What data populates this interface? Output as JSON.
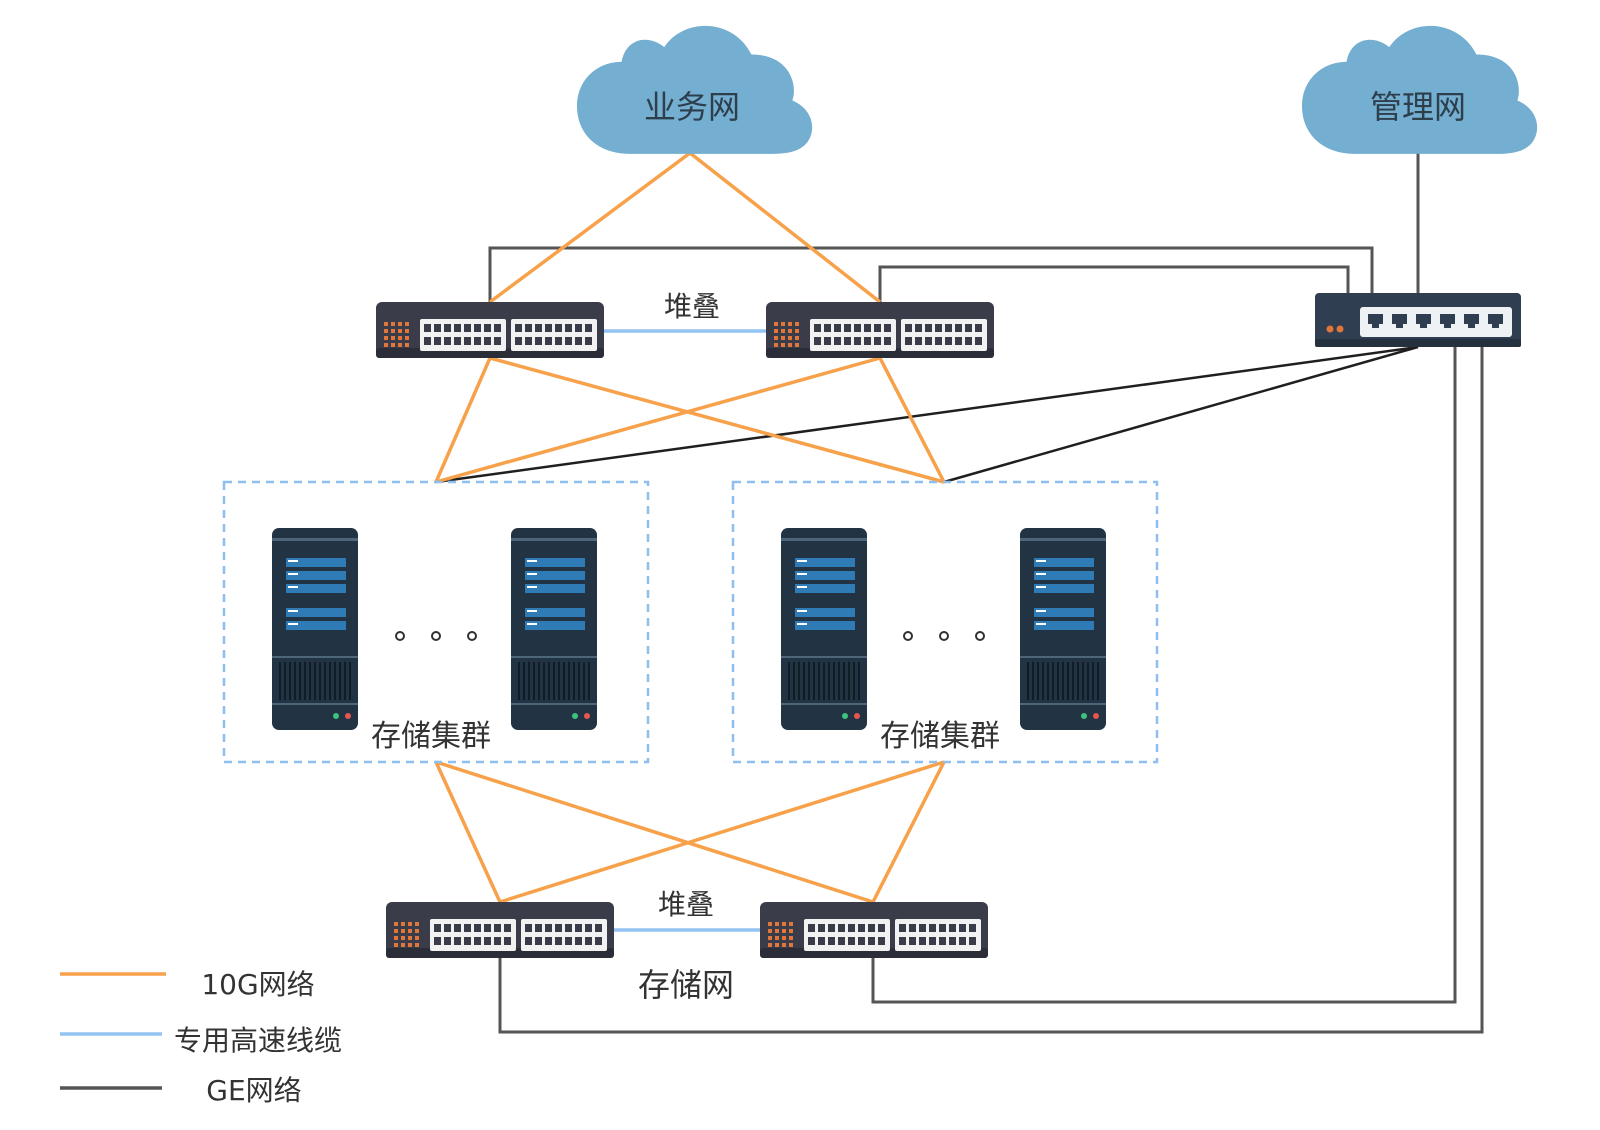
{
  "clouds": {
    "business": "业务网",
    "management": "管理网"
  },
  "labels": {
    "stack_top": "堆叠",
    "stack_bottom": "堆叠",
    "storage_network": "存储网",
    "cluster_left": "存储集群",
    "cluster_right": "存储集群"
  },
  "legend": [
    {
      "label": "10G网络",
      "color": "#f7a14a"
    },
    {
      "label": "专用高速线缆",
      "color": "#93c4f4"
    },
    {
      "label": "GE网络",
      "color": "#555555"
    }
  ],
  "colors": {
    "ten_g": "#f7a14a",
    "high_speed_cable": "#93c4f4",
    "ge": "#555555",
    "cloud": "#74aed0",
    "device_dark": "#2f3b48",
    "cluster_border": "#8fbef0"
  }
}
